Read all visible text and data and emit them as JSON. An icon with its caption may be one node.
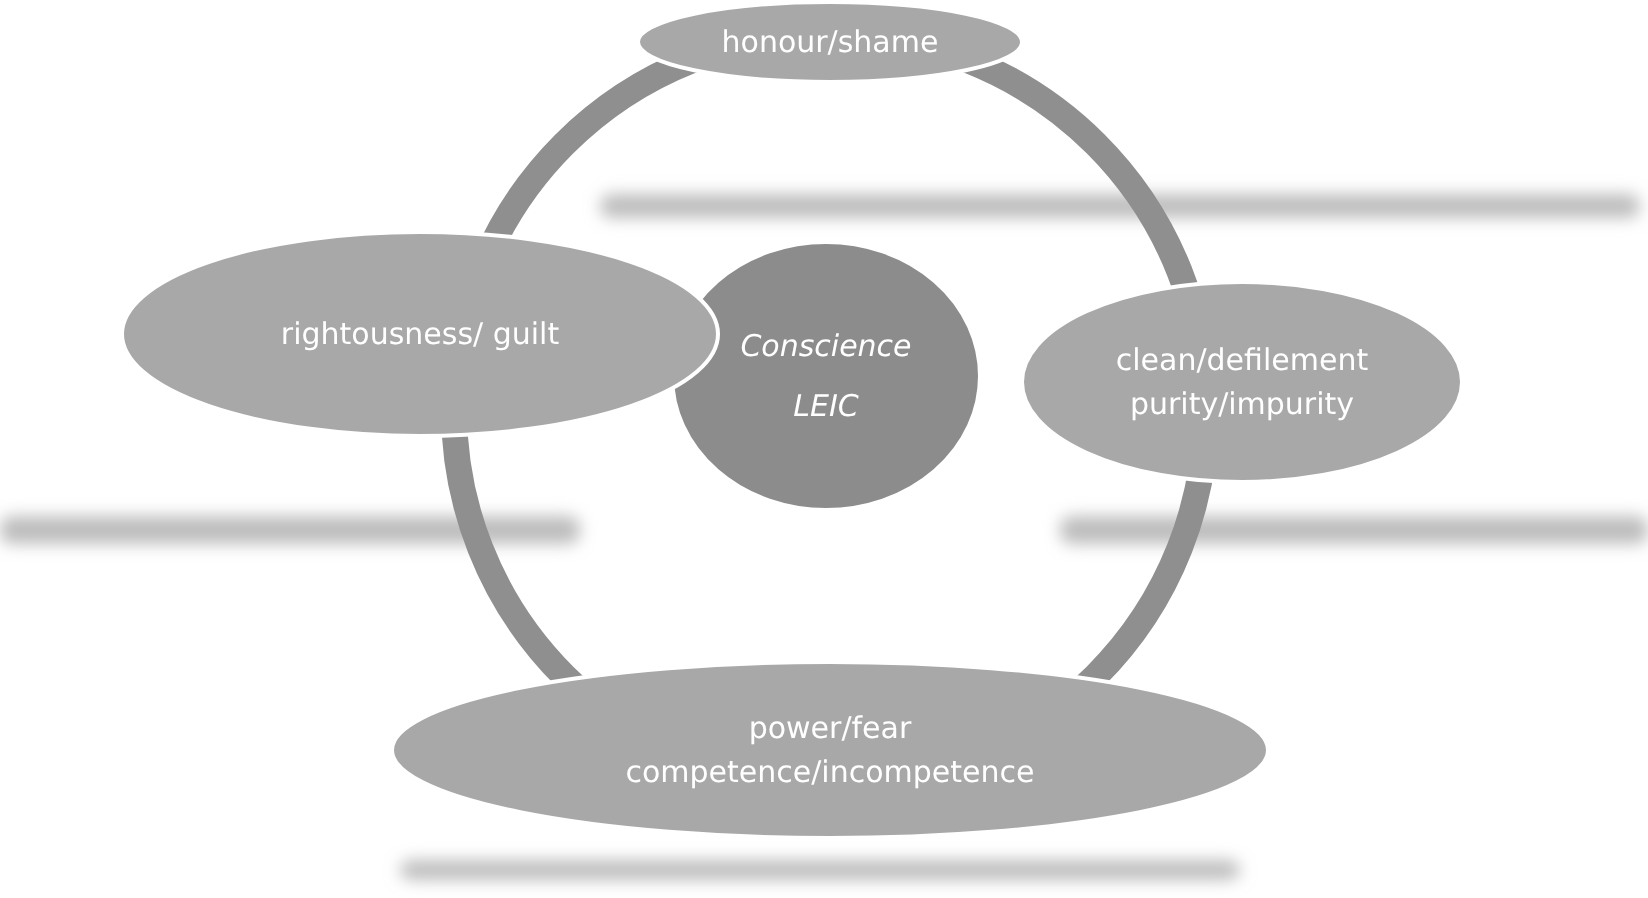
{
  "diagram": {
    "nodes": [
      {
        "text": [
          "honour/shame"
        ]
      },
      {
        "text": [
          "Conscience",
          "LEIC"
        ]
      },
      {
        "text": [
          "rightousness/ guilt"
        ]
      },
      {
        "text": [
          "clean/defilement",
          "purity/impurity"
        ]
      },
      {
        "text": [
          "power/fear",
          "competence/incompetence"
        ]
      }
    ]
  }
}
